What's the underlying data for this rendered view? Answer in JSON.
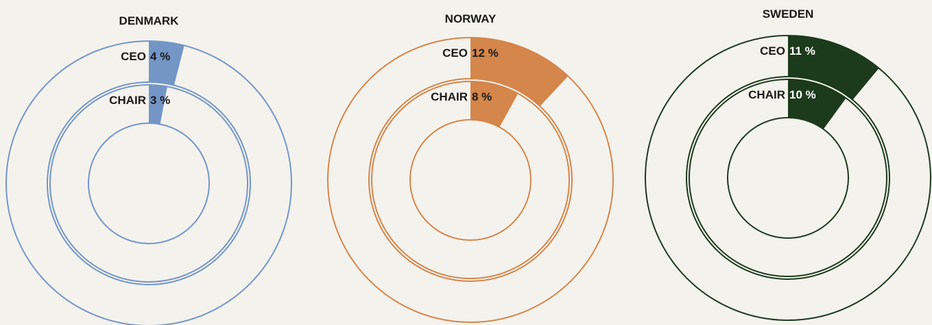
{
  "chart_data": [
    {
      "type": "pie",
      "title": "DENMARK",
      "color": "#7396c7",
      "series": [
        {
          "label": "CEO",
          "value": 4,
          "display": "4 %"
        },
        {
          "label": "CHAIR",
          "value": 3,
          "display": "3 %"
        }
      ]
    },
    {
      "type": "pie",
      "title": "NORWAY",
      "color": "#d4864b",
      "series": [
        {
          "label": "CEO",
          "value": 12,
          "display": "12 %"
        },
        {
          "label": "CHAIR",
          "value": 8,
          "display": "8 %"
        }
      ]
    },
    {
      "type": "pie",
      "title": "SWEDEN",
      "color": "#1c3a1c",
      "series": [
        {
          "label": "CEO",
          "value": 11,
          "display": "11 %"
        },
        {
          "label": "CHAIR",
          "value": 10,
          "display": "10 %"
        }
      ]
    }
  ]
}
